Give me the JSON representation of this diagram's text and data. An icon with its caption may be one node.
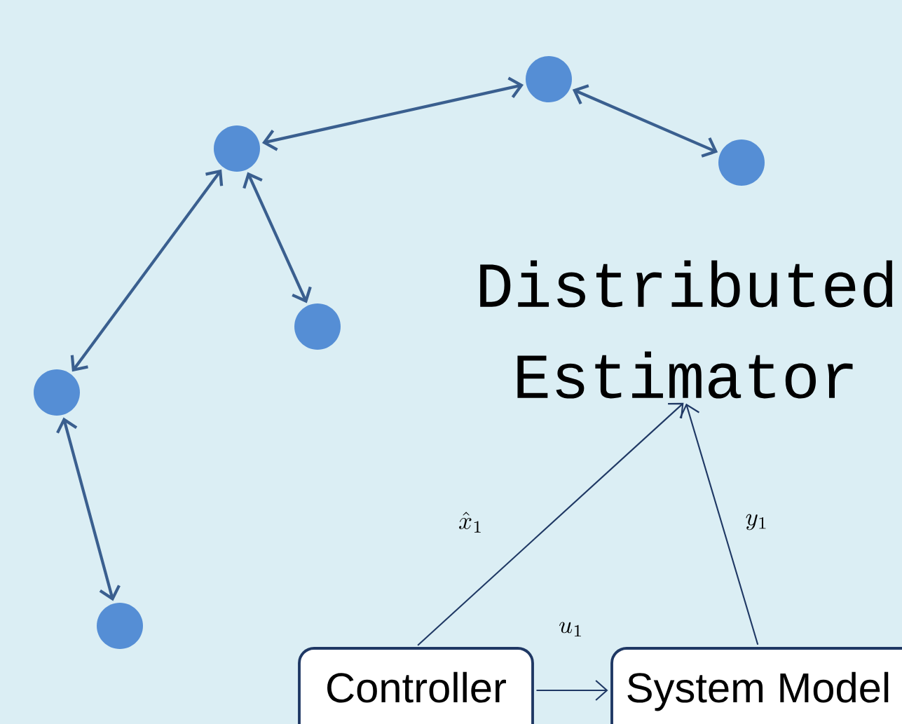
{
  "diagram": {
    "nodes": [
      {
        "text": [],
        "shape": "circle"
      },
      {
        "text": [],
        "shape": "circle"
      },
      {
        "text": [],
        "shape": "circle"
      },
      {
        "text": [],
        "shape": "circle"
      },
      {
        "text": [],
        "shape": "circle"
      },
      {
        "text": [],
        "shape": "circle"
      },
      {
        "text": [
          "Distributed Estimator"
        ]
      },
      {
        "text": [
          "Controller"
        ]
      },
      {
        "text": [
          "System Model"
        ]
      }
    ],
    "edges": [
      {
        "from": 1,
        "to": 0,
        "arrow": "both"
      },
      {
        "from": 0,
        "to": 2,
        "arrow": "both"
      },
      {
        "from": 1,
        "to": 4,
        "arrow": "both"
      },
      {
        "from": 1,
        "to": 3,
        "arrow": "both"
      },
      {
        "from": 4,
        "to": 5,
        "arrow": "both"
      },
      {
        "from": 7,
        "to": 6,
        "arrow": "to",
        "label": "\\hat{x}_1",
        "color": "#1f3864"
      },
      {
        "from": 8,
        "to": 6,
        "arrow": "to",
        "label": "y_1",
        "color": "#1f3864"
      },
      {
        "from": 7,
        "to": 8,
        "arrow": "to",
        "label": "u_1",
        "color": "#1f3864"
      }
    ]
  }
}
